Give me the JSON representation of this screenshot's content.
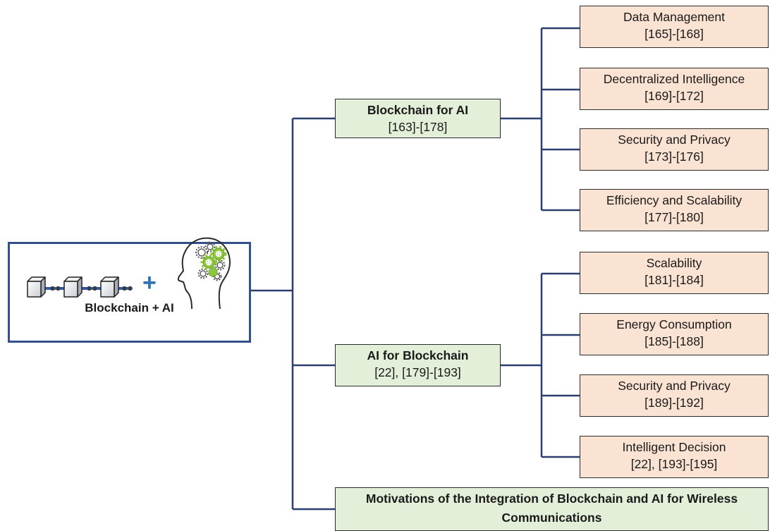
{
  "root": {
    "label": "Blockchain + AI",
    "plus": "+",
    "icons": [
      "blockchain-icon",
      "ai-head-gears-icon"
    ]
  },
  "branches": [
    {
      "title": "Blockchain for AI",
      "refs": "[163]-[178]",
      "children": [
        {
          "title": "Data Management",
          "refs": "[165]-[168]"
        },
        {
          "title": "Decentralized Intelligence",
          "refs": "[169]-[172]"
        },
        {
          "title": "Security and Privacy",
          "refs": "[173]-[176]"
        },
        {
          "title": "Efficiency and Scalability",
          "refs": "[177]-[180]"
        }
      ]
    },
    {
      "title": "AI for Blockchain",
      "refs": "[22], [179]-[193]",
      "children": [
        {
          "title": "Scalability",
          "refs": "[181]-[184]"
        },
        {
          "title": "Energy Consumption",
          "refs": "[185]-[188]"
        },
        {
          "title": "Security and Privacy",
          "refs": "[189]-[192]"
        },
        {
          "title": "Intelligent Decision",
          "refs": "[22], [193]-[195]"
        }
      ]
    },
    {
      "title": "Motivations of the Integration of Blockchain and AI for Wireless Communications"
    }
  ],
  "colors": {
    "connector": "#2c3e6e",
    "root_border": "#34508a",
    "leaf_fill": "#fbe3d3",
    "mid_fill": "#e3efd9",
    "accent": "#2e74b5",
    "gear": "#8dc63f"
  }
}
